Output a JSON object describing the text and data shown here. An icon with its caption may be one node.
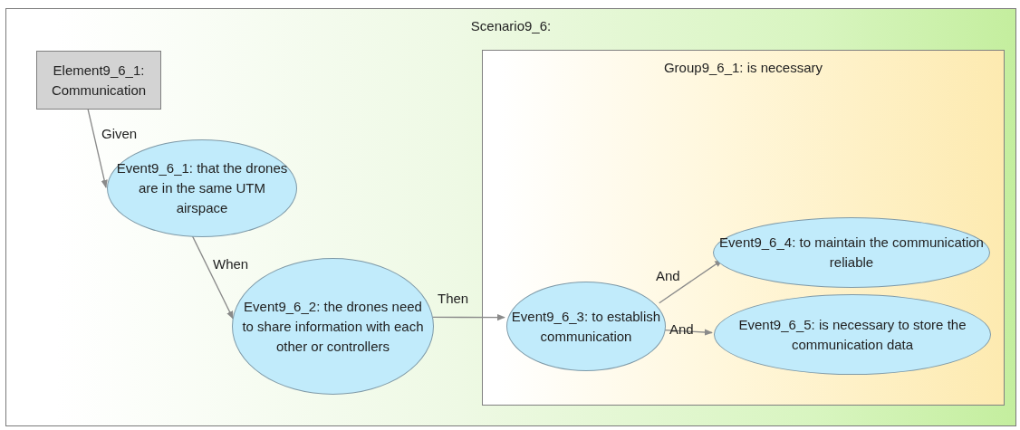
{
  "diagram": {
    "nodes": [
      {
        "text": [
          "Scenario9_6:"
        ]
      },
      {
        "text": [
          "Group9_6_1: is necessary"
        ],
        "in": 0
      },
      {
        "text": [
          "Element9_6_1: Communication"
        ],
        "in": 0
      },
      {
        "text": [
          "Event9_6_1: that the drones are in the same UTM airspace"
        ],
        "in": 0
      },
      {
        "text": [
          "Event9_6_2: the drones need to share information with each other or controllers"
        ],
        "in": 0
      },
      {
        "text": [
          "Event9_6_3: to establish communication"
        ],
        "in": 1
      },
      {
        "text": [
          "Event9_6_4: to maintain the communication reliable"
        ],
        "in": 1
      },
      {
        "text": [
          "Event9_6_5: is necessary to store the communication data"
        ],
        "in": 1
      }
    ],
    "edges": [
      {
        "from": 2,
        "to": 3,
        "arrow": "to",
        "label": "Given"
      },
      {
        "from": 3,
        "to": 4,
        "arrow": "to",
        "label": "When"
      },
      {
        "from": 4,
        "to": 5,
        "arrow": "to",
        "label": "Then"
      },
      {
        "from": 5,
        "to": 6,
        "arrow": "to",
        "label": "And"
      },
      {
        "from": 5,
        "to": 7,
        "arrow": "to",
        "label": "And"
      }
    ]
  }
}
